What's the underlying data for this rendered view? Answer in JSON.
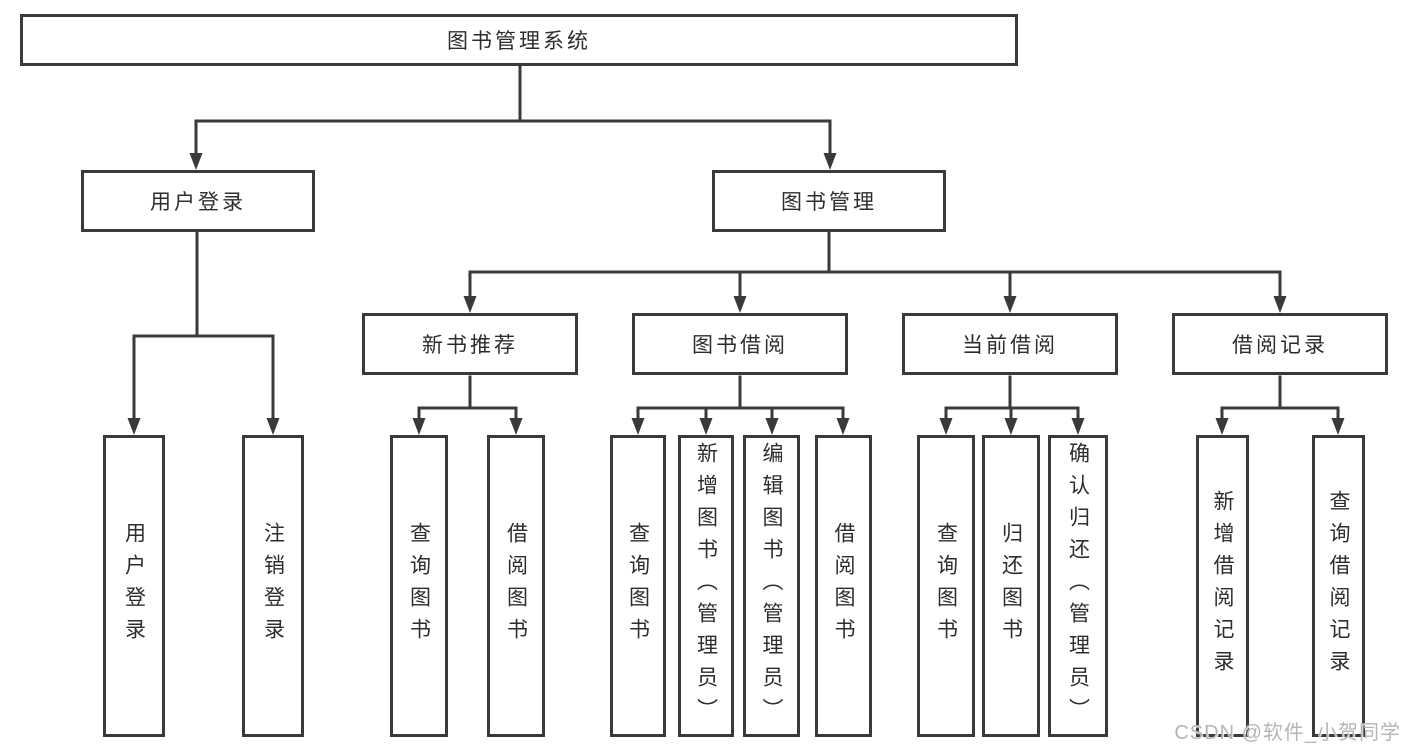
{
  "tree": {
    "root": {
      "label": "图书管理系统"
    },
    "branches": [
      {
        "label": "用户登录",
        "children": [
          {
            "label": "用户登录"
          },
          {
            "label": "注销登录"
          }
        ]
      },
      {
        "label": "图书管理",
        "groups": [
          {
            "label": "新书推荐",
            "children": [
              {
                "label": "查询图书"
              },
              {
                "label": "借阅图书"
              }
            ]
          },
          {
            "label": "图书借阅",
            "children": [
              {
                "label": "查询图书"
              },
              {
                "label": "新增图书（管理员）"
              },
              {
                "label": "编辑图书（管理员）"
              },
              {
                "label": "借阅图书"
              }
            ]
          },
          {
            "label": "当前借阅",
            "children": [
              {
                "label": "查询图书"
              },
              {
                "label": "归还图书"
              },
              {
                "label": "确认归还（管理员）"
              }
            ]
          },
          {
            "label": "借阅记录",
            "children": [
              {
                "label": "新增借阅记录"
              },
              {
                "label": "查询借阅记录"
              }
            ]
          }
        ]
      }
    ]
  },
  "watermark": {
    "text": "CSDN @软件_小贺同学"
  },
  "colors": {
    "line": "#3a3a3a",
    "box_border": "#3a3a3a",
    "box_fill": "#ffffff",
    "text": "#2d2d2d",
    "watermark": "#b5b5b5"
  }
}
